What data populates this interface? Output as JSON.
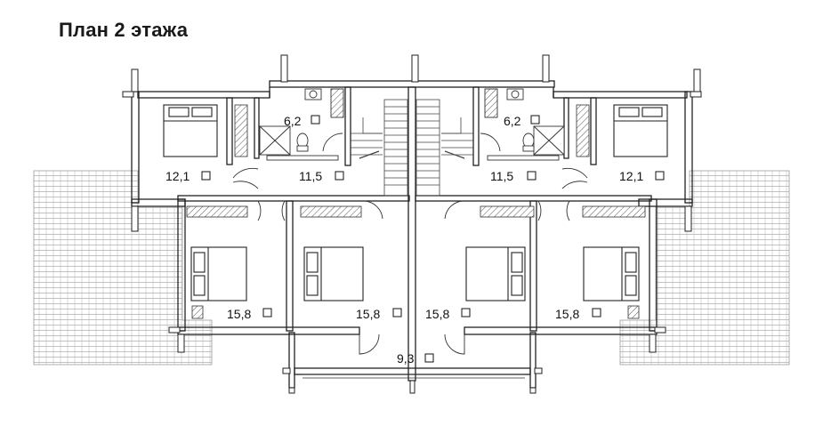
{
  "title": "План 2 этажа",
  "rooms": [
    {
      "id": "bath-left",
      "area": "6,2"
    },
    {
      "id": "bedroom-left-top",
      "area": "12,1"
    },
    {
      "id": "hall-left",
      "area": "11,5"
    },
    {
      "id": "bath-right",
      "area": "6,2"
    },
    {
      "id": "hall-right",
      "area": "11,5"
    },
    {
      "id": "bedroom-right-top",
      "area": "12,1"
    },
    {
      "id": "bedroom-left-1",
      "area": "15,8"
    },
    {
      "id": "bedroom-left-2",
      "area": "15,8"
    },
    {
      "id": "bedroom-right-2",
      "area": "15,8"
    },
    {
      "id": "bedroom-right-1",
      "area": "15,8"
    },
    {
      "id": "balcony",
      "area": "9,3"
    }
  ]
}
